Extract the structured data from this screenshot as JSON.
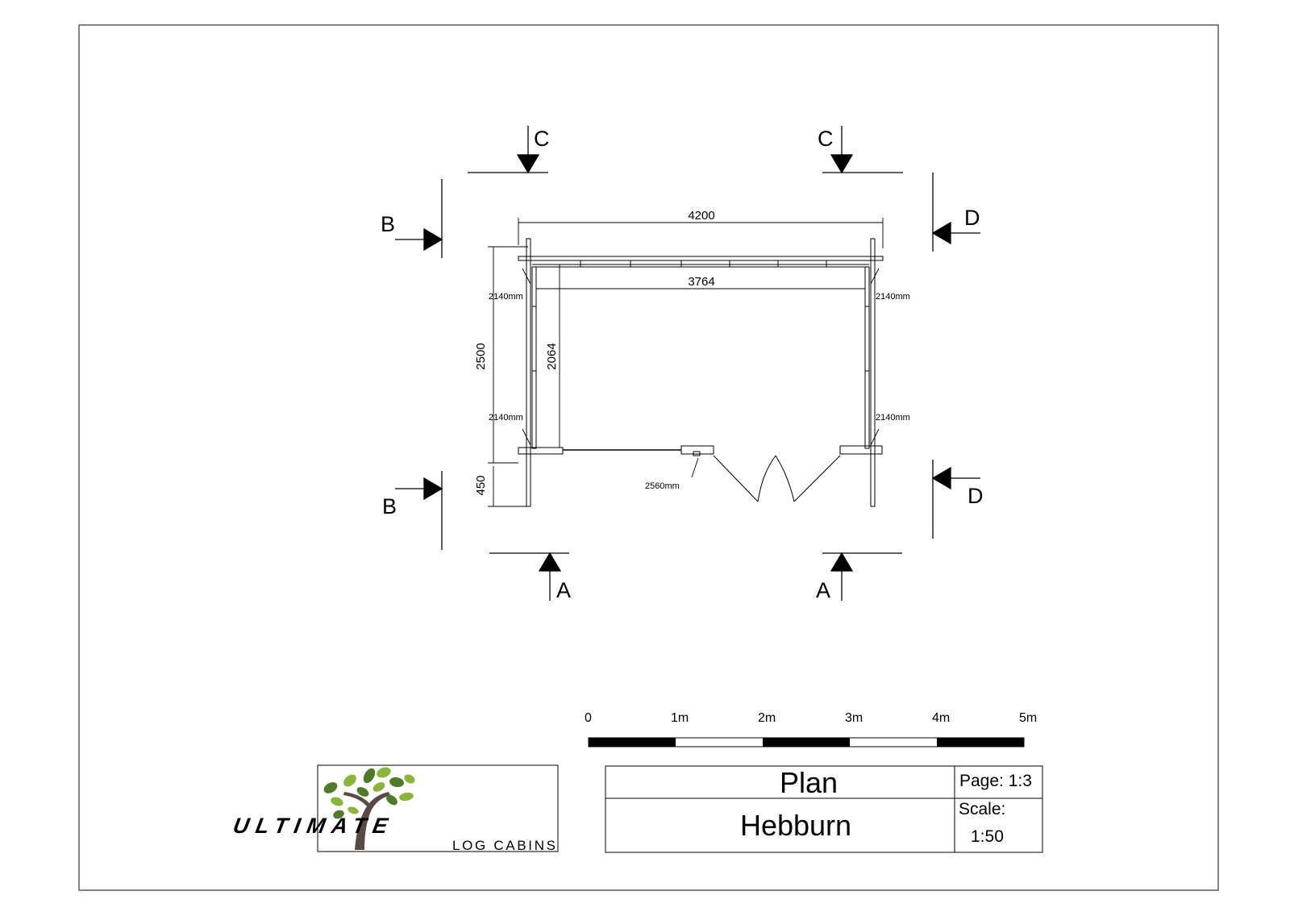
{
  "sections": {
    "a": "A",
    "b": "B",
    "c": "C",
    "d": "D"
  },
  "dimensions": {
    "overall_width": "4200",
    "internal_width": "3764",
    "overall_depth": "2500",
    "internal_depth": "2064",
    "overhang": "450",
    "wall_height": "2140mm",
    "door_height": "2560mm"
  },
  "scale_bar": {
    "labels": [
      "0",
      "1m",
      "2m",
      "3m",
      "4m",
      "5m"
    ]
  },
  "title_block": {
    "drawing_type": "Plan",
    "model_name": "Hebburn",
    "page": "Page: 1:3",
    "scale_label": "Scale:",
    "scale_value": "1:50"
  },
  "logo": {
    "brand_main": "ULTIMATE",
    "brand_sub": "LOG CABINS",
    "colors": {
      "leaf_dark": "#4e7a2a",
      "leaf_light": "#8ab53a",
      "trunk": "#5a4a45",
      "text_green": "#6a9e2c",
      "text_grey": "#555555"
    }
  }
}
